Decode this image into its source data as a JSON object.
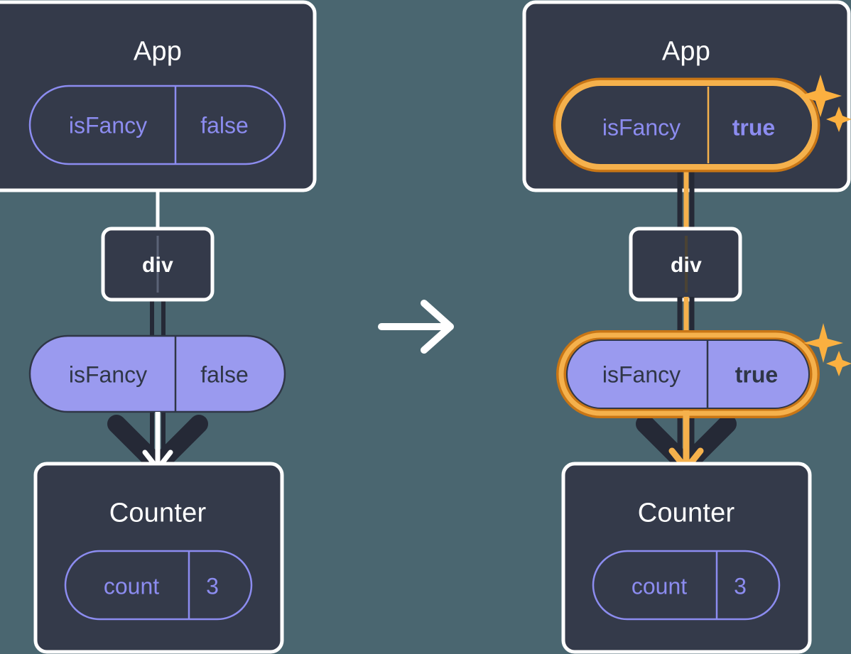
{
  "diagram": {
    "type": "react-state-propagation",
    "background_color": "#4a6670",
    "transition_icon": "arrow-right-icon",
    "panels": [
      {
        "id": "before",
        "side": "left",
        "app": {
          "title": "App",
          "state_pill": {
            "key": "isFancy",
            "value": "false",
            "style": "outline",
            "highlighted": false,
            "bold_value": false
          }
        },
        "element": {
          "label": "div"
        },
        "prop_pill": {
          "key": "isFancy",
          "value": "false",
          "style": "filled",
          "highlighted": false,
          "bold_value": false
        },
        "child": {
          "title": "Counter",
          "state_pill": {
            "key": "count",
            "value": "3",
            "style": "outline",
            "highlighted": false,
            "bold_value": false
          }
        },
        "arrow_color": "#ffffff",
        "sparkles": false
      },
      {
        "id": "after",
        "side": "right",
        "app": {
          "title": "App",
          "state_pill": {
            "key": "isFancy",
            "value": "true",
            "style": "outline",
            "highlighted": true,
            "bold_value": true
          }
        },
        "element": {
          "label": "div"
        },
        "prop_pill": {
          "key": "isFancy",
          "value": "true",
          "style": "filled",
          "highlighted": true,
          "bold_value": true
        },
        "child": {
          "title": "Counter",
          "state_pill": {
            "key": "count",
            "value": "3",
            "style": "outline",
            "highlighted": false,
            "bold_value": false
          }
        },
        "arrow_color": "#fbb040",
        "sparkles": true
      }
    ]
  },
  "colors": {
    "background": "#4a6670",
    "box_fill": "#343a4a",
    "box_border": "#ffffff",
    "pill_outline_stroke": "#8c8cf0",
    "pill_filled_fill": "#9a9aef",
    "pill_filled_stroke": "#2f3646",
    "highlight_outer": "#c97615",
    "highlight_inner": "#f5b14c",
    "sparkle": "#fbb040",
    "connector_dark": "#252936",
    "connector_white": "#ffffff",
    "text_light": "#ffffff",
    "text_purple": "#8c8cf0",
    "text_dark": "#2f3646"
  }
}
